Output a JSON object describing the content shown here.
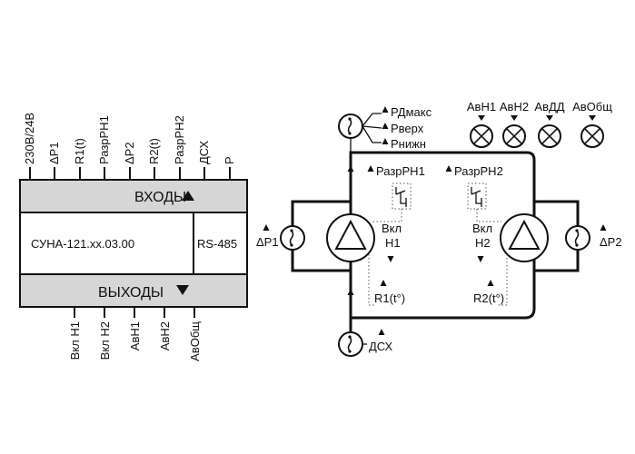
{
  "controller": {
    "top_terminals": [
      "230В/24В",
      "ΔР1",
      "R1(t)",
      "РазрРН1",
      "ΔР2",
      "R2(t)",
      "РазрРН2",
      "ДСХ",
      "Р"
    ],
    "inputs_label": "ВХОДЫ",
    "model": "СУНА-121.хх.03.00",
    "interface": "RS-485",
    "outputs_label": "ВЫХОДЫ",
    "bottom_terminals": [
      "Вкл Н1",
      "Вкл Н2",
      "АвН1",
      "АвН2",
      "АвОбщ"
    ]
  },
  "scheme": {
    "pressure_outputs": [
      "РДмакс",
      "Рверх",
      "Рнижн"
    ],
    "alarm_lamps": [
      "АвН1",
      "АвН2",
      "АвДД",
      "АвОбщ"
    ],
    "pump1": {
      "permit": "РазрРН1",
      "cmd_line1": "Вкл",
      "cmd_line2": "Н1",
      "relay": "R1(t°)",
      "dp": "ΔР1"
    },
    "pump2": {
      "permit": "РазрРН2",
      "cmd_line1": "Вкл",
      "cmd_line2": "Н2",
      "relay": "R2(t°)",
      "dp": "ΔР2"
    },
    "dry_run": "ДСХ"
  }
}
